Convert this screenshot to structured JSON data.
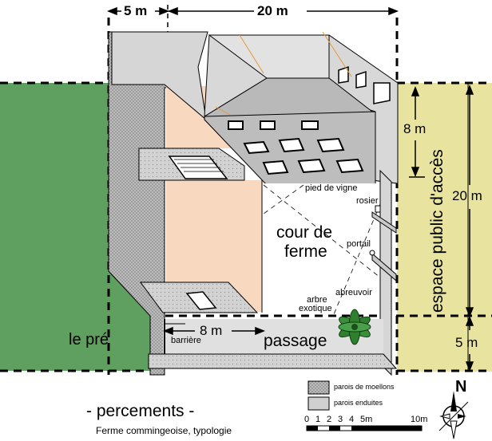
{
  "dimensions": {
    "top_left": "5 m",
    "top_main": "20 m",
    "right_upper": "8 m",
    "right_total": "20 m",
    "right_lower": "5 m",
    "passage_width": "8 m"
  },
  "labels": {
    "espace_public": "espace public  d'accès",
    "le_pre": "le pré",
    "passage": "passage",
    "barriere": "barrière",
    "cour_line1": "cour de",
    "cour_line2": "ferme",
    "pied_de_vigne": "pied de vigne",
    "rosier": "rosier",
    "portail": "portail",
    "abreuvoir": "abreuvoir",
    "arbre_line1": "arbre",
    "arbre_line2": "exotique"
  },
  "legend": {
    "moellons": "parois de moellons",
    "enduites": "parois enduites"
  },
  "scale": {
    "ticks": [
      "0",
      "1",
      "2",
      "3",
      "4",
      "5m"
    ],
    "end": "10m"
  },
  "north": "N",
  "title": "- percements -",
  "subtitle": "Ferme commingeoise, typologie",
  "colors": {
    "meadow": "#5f9f5f",
    "public_space": "#e8e4a0",
    "interior": "#f9d8c0",
    "wall": "#c8c8c8",
    "roof": "#c4c4c4"
  }
}
